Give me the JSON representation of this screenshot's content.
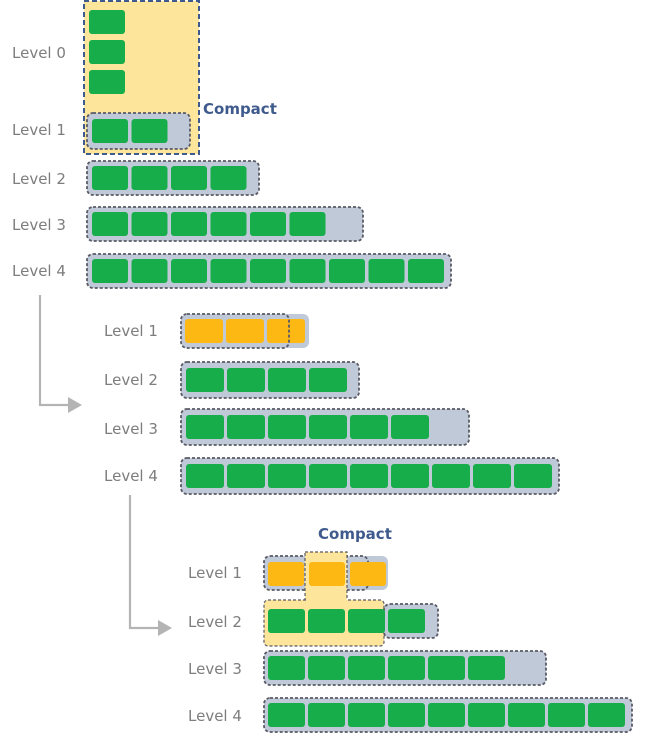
{
  "compact_label": "Compact",
  "colors": {
    "green": "#16ad4a",
    "orange": "#fdb813",
    "level_bg": "#c0c9d8",
    "highlight": "#fde69c",
    "border": "#5a5a66",
    "compact_border": "#3f5a8c",
    "arrow": "#b4b4b4"
  },
  "stages": [
    {
      "levels": [
        {
          "label": "Level 0",
          "files": 3,
          "color": "green"
        },
        {
          "label": "Level 1",
          "files": 2,
          "color": "green"
        },
        {
          "label": "Level 2",
          "files": 4,
          "color": "green"
        },
        {
          "label": "Level 3",
          "files": 6,
          "color": "green"
        },
        {
          "label": "Level 4",
          "files": 9,
          "color": "green"
        }
      ]
    },
    {
      "levels": [
        {
          "label": "Level 1",
          "files": 3,
          "color": "orange"
        },
        {
          "label": "Level 2",
          "files": 4,
          "color": "green"
        },
        {
          "label": "Level 3",
          "files": 6,
          "color": "green"
        },
        {
          "label": "Level 4",
          "files": 9,
          "color": "green"
        }
      ]
    },
    {
      "levels": [
        {
          "label": "Level 1",
          "files": 3,
          "color": "orange"
        },
        {
          "label": "Level 2",
          "files": 4,
          "color": "green"
        },
        {
          "label": "Level 3",
          "files": 6,
          "color": "green"
        },
        {
          "label": "Level 4",
          "files": 9,
          "color": "green"
        }
      ]
    }
  ]
}
